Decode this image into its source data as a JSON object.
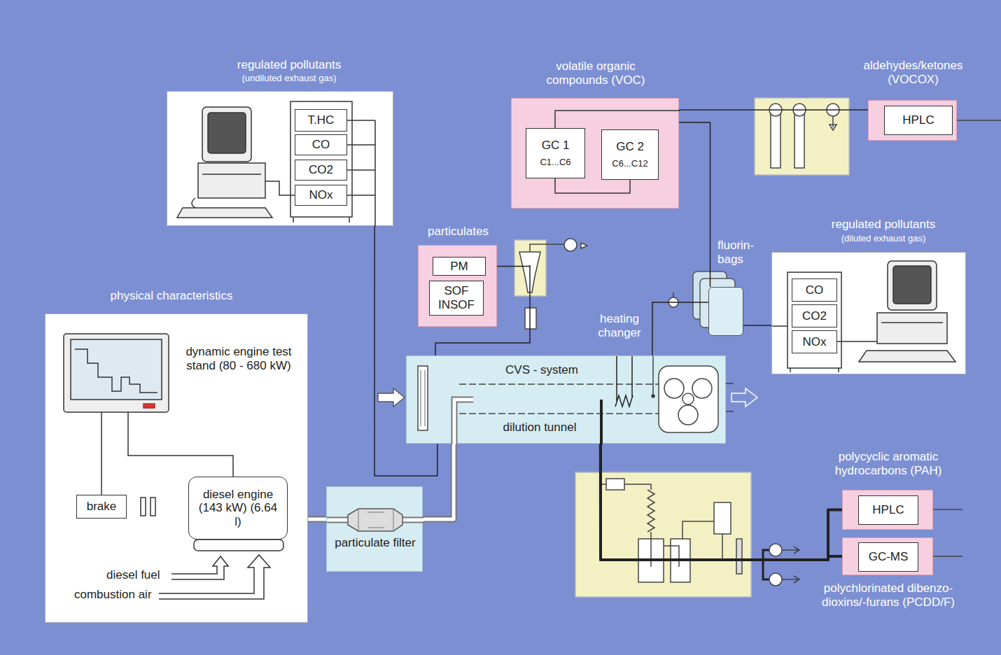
{
  "diagram": {
    "nodes": [
      {
        "text": [
          "regulated pollutants",
          "(undiluted exhaust gas)"
        ]
      },
      {
        "text": [
          "T.HC"
        ],
        "in": 0
      },
      {
        "text": [
          "CO"
        ],
        "in": 0
      },
      {
        "text": [
          "CO2"
        ],
        "in": 0
      },
      {
        "text": [
          "NOx"
        ],
        "in": 0
      },
      {
        "text": [
          "volatile organic compounds (VOC)"
        ]
      },
      {
        "text": [
          "GC 1",
          "C1...C6"
        ],
        "in": 5
      },
      {
        "text": [
          "GC 2",
          "C6...C12"
        ],
        "in": 5
      },
      {
        "text": [
          "aldehydes/ketones (VOCOX)",
          "HPLC"
        ]
      },
      {
        "text": [
          "particulates"
        ]
      },
      {
        "text": [
          "PM"
        ],
        "in": 9
      },
      {
        "text": [
          "SOF INSOF"
        ],
        "in": 9
      },
      {
        "text": [
          "regulated pollutants",
          "(diluted exhaust gas)"
        ]
      },
      {
        "text": [
          "CO"
        ],
        "in": 12
      },
      {
        "text": [
          "CO2"
        ],
        "in": 12
      },
      {
        "text": [
          "NOx"
        ],
        "in": 12
      },
      {
        "text": [
          "fluorin- bags"
        ]
      },
      {
        "text": [
          "physical characteristics",
          "dynamic engine test stand (80 - 680 kW)"
        ]
      },
      {
        "text": [
          "brake"
        ],
        "in": 17
      },
      {
        "text": [
          "diesel engine (143 kW) (6.64 l)"
        ],
        "in": 17
      },
      {
        "text": [
          "particulate filter"
        ]
      },
      {
        "text": [
          "CVS - system",
          "dilution tunnel"
        ]
      },
      {
        "text": [
          "polycyclic aromatic hydrocarbons (PAH)",
          "HPLC"
        ]
      },
      {
        "text": [
          "polychlorinated dibenzo- dioxins/-furans (PCDD/F)",
          "GC-MS"
        ]
      }
    ],
    "edges": [
      {
        "from": 18,
        "to": 19,
        "arrow": "none"
      },
      {
        "from": 19,
        "to": 20,
        "arrow": "none"
      },
      {
        "from": 20,
        "to": 21,
        "arrow": "none"
      },
      {
        "from": 0,
        "to": 21,
        "arrow": "none"
      },
      {
        "from": 10,
        "to": 21,
        "arrow": "none"
      },
      {
        "from": 5,
        "to": 8,
        "arrow": "none"
      },
      {
        "from": 16,
        "to": 5,
        "arrow": "none"
      },
      {
        "from": 16,
        "to": 12,
        "arrow": "none"
      },
      {
        "from": 21,
        "to": 16,
        "arrow": "none"
      },
      {
        "from": 21,
        "to": 22,
        "arrow": "none"
      },
      {
        "from": 21,
        "to": 23,
        "arrow": "none"
      }
    ],
    "labels": [
      "diesel fuel",
      "combustion air",
      "heating changer"
    ]
  }
}
